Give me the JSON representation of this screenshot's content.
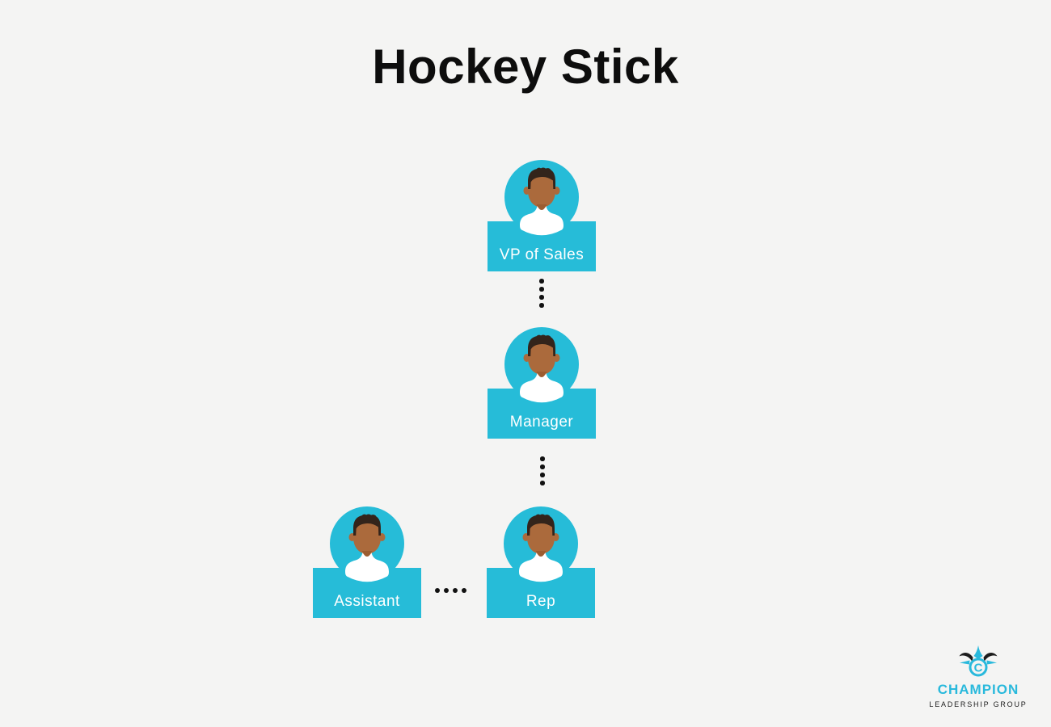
{
  "title": "Hockey Stick",
  "nodes": [
    {
      "id": "vp-of-sales",
      "label": "VP of Sales"
    },
    {
      "id": "manager",
      "label": "Manager"
    },
    {
      "id": "assistant",
      "label": "Assistant"
    },
    {
      "id": "rep",
      "label": "Rep"
    }
  ],
  "connectors": [
    {
      "id": "vp-to-manager",
      "style": "vertical-dotted",
      "dot_count": 4
    },
    {
      "id": "manager-to-reps",
      "style": "vertical-dotted",
      "dot_count": 4
    },
    {
      "id": "assistant-to-rep",
      "style": "horizontal-dotted",
      "dot_count": 4
    }
  ],
  "logo": {
    "monogram": "C",
    "name": "CHAMPION",
    "subtitle": "LEADERSHIP GROUP"
  },
  "colors": {
    "background": "#f4f4f3",
    "accent": "#26bcd8",
    "title_text": "#0d0d0d",
    "node_label_text": "#ffffff",
    "connector_dots": "#111111",
    "avatar_skin": "#ab6a3c",
    "avatar_skin_shadow": "#9c5d31",
    "avatar_hair": "#33241b",
    "avatar_shirt": "#ffffff",
    "logo_cyan": "#29b9dc",
    "logo_dark": "#1c1c1c"
  }
}
